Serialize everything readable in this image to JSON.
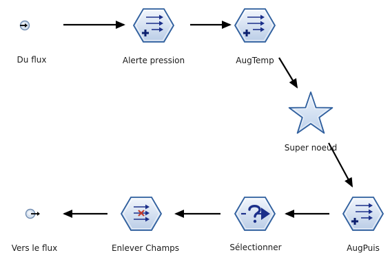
{
  "diagram": {
    "nodes": [
      {
        "id": "source",
        "label": "Du flux",
        "icon": "source-connector-icon"
      },
      {
        "id": "alerte",
        "label": "Alerte pression",
        "icon": "derive-node-icon"
      },
      {
        "id": "augtemp",
        "label": "AugTemp",
        "icon": "derive-node-icon"
      },
      {
        "id": "super",
        "label": "Super noeud",
        "icon": "supernode-star-icon"
      },
      {
        "id": "augpuis",
        "label": "AugPuis",
        "icon": "derive-node-icon"
      },
      {
        "id": "selectionner",
        "label": "Sélectionner",
        "icon": "select-node-icon"
      },
      {
        "id": "enlever",
        "label": "Enlever Champs",
        "icon": "filter-node-icon"
      },
      {
        "id": "sink",
        "label": "Vers le flux",
        "icon": "sink-connector-icon"
      }
    ],
    "edges": [
      {
        "from": "source",
        "to": "alerte"
      },
      {
        "from": "alerte",
        "to": "augtemp"
      },
      {
        "from": "augtemp",
        "to": "super"
      },
      {
        "from": "super",
        "to": "augpuis"
      },
      {
        "from": "augpuis",
        "to": "selectionner"
      },
      {
        "from": "selectionner",
        "to": "enlever"
      },
      {
        "from": "enlever",
        "to": "sink"
      }
    ],
    "colors": {
      "hex_fill_light": "#eef4fc",
      "hex_fill_dark": "#b9cce6",
      "hex_border": "#2d5d9c",
      "arrow_blue": "#1b2f8a",
      "plus_navy": "#0b1f6e",
      "cross_red": "#c0392b",
      "star_fill": "#d6e4f5",
      "star_border": "#2d5d9c",
      "edge": "#000000"
    }
  }
}
